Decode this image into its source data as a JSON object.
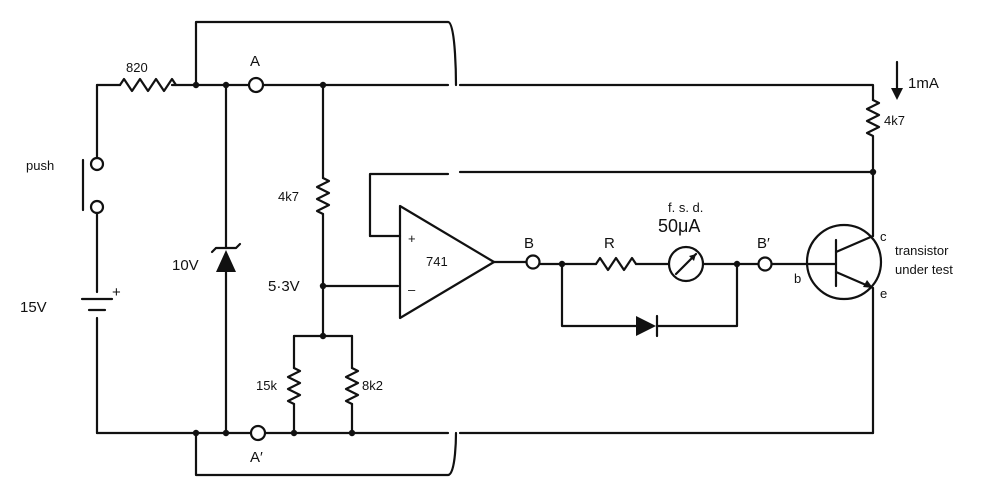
{
  "labels": {
    "r_series": "820",
    "node_a": "A",
    "node_a_prime": "A′",
    "push": "push",
    "battery": "15V",
    "battery_plus": "+",
    "zener": "10V",
    "r_top": "4k7",
    "node_v": "5·3V",
    "r_15k": "15k",
    "r_8k2": "8k2",
    "opamp": "741",
    "opamp_plus": "+",
    "opamp_minus": "–",
    "node_b": "B",
    "r_meter": "R",
    "fsd": "f. s. d.",
    "meter_range": "50μA",
    "node_b_prime": "B′",
    "current": "1mA",
    "r_collector": "4k7",
    "pin_c": "c",
    "pin_b": "b",
    "pin_e": "e",
    "transistor_line1": "transistor",
    "transistor_line2": "under test"
  },
  "colors": {
    "ink": "#111111",
    "paper": "#ffffff"
  }
}
